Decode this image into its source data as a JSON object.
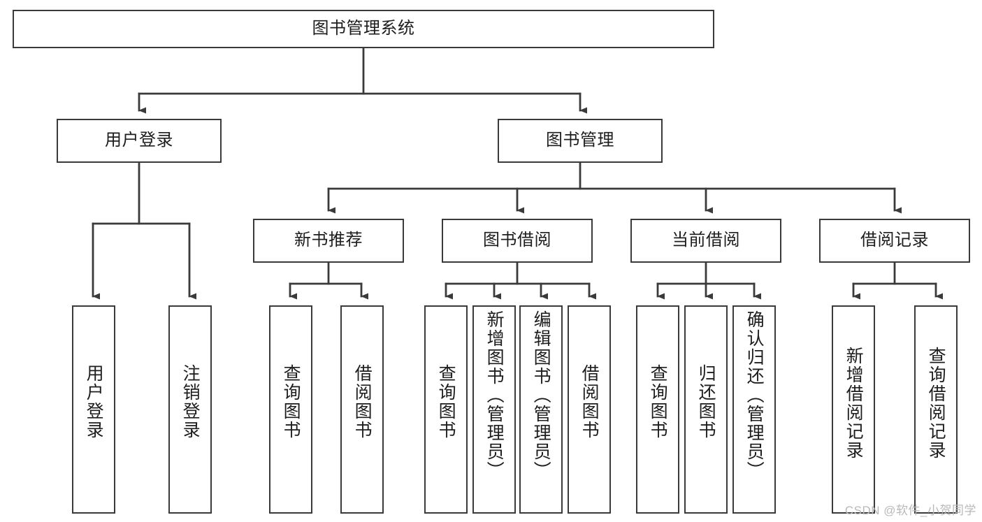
{
  "diagram": {
    "title": "图书管理系统",
    "type": "tree",
    "watermark": "CSDN @软件_小贺同学",
    "colors": {
      "stroke": "#3a3a3a",
      "fill": "#ffffff",
      "text": "#1d1d1d",
      "watermark": "#b9b9b9"
    },
    "root": {
      "label": "图书管理系统"
    },
    "level2": [
      {
        "label": "用户登录"
      },
      {
        "label": "图书管理"
      }
    ],
    "level3": [
      {
        "label": "新书推荐"
      },
      {
        "label": "图书借阅"
      },
      {
        "label": "当前借阅"
      },
      {
        "label": "借阅记录"
      }
    ],
    "leaves": {
      "user_login": [
        {
          "label": "用户登录"
        },
        {
          "label": "注销登录"
        }
      ],
      "new_book_recommend": [
        {
          "label": "查询图书"
        },
        {
          "label": "借阅图书"
        }
      ],
      "book_borrow": [
        {
          "label": "查询图书"
        },
        {
          "label": "新增图书（管理员）"
        },
        {
          "label": "编辑图书（管理员）"
        },
        {
          "label": "借阅图书"
        }
      ],
      "current_borrow": [
        {
          "label": "查询图书"
        },
        {
          "label": "归还图书"
        },
        {
          "label": "确认归还（管理员）"
        }
      ],
      "borrow_records": [
        {
          "label": "新增借阅记录"
        },
        {
          "label": "查询借阅记录"
        }
      ]
    }
  }
}
